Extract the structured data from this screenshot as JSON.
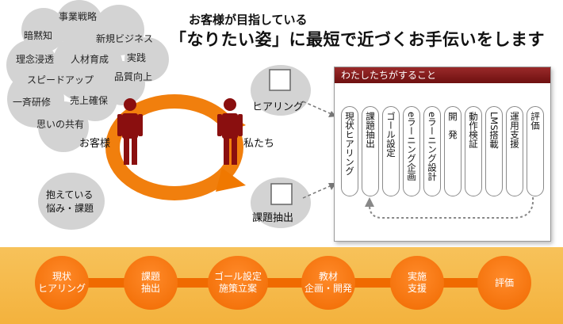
{
  "headline": {
    "sub": "お客様が目指している",
    "main": "「なりたい姿」に最短で近づくお手伝いをします"
  },
  "cloud_words": [
    "事業戦略",
    "暗黙知",
    "新規ビジネス",
    "理念浸透",
    "人材育成",
    "実践",
    "スピードアップ",
    "品質向上",
    "一斉研修",
    "売上確保",
    "思いの共有"
  ],
  "customer_label": "お客様",
  "us_label": "私たち",
  "hearing_label": "ヒアリング",
  "issue_label": "課題抽出",
  "worries": "抱えている\n悩み・課題",
  "panel": {
    "title": "わたしたちがすること",
    "steps": [
      "現状ヒアリング",
      "課題抽出",
      "ゴール設定",
      "eラーニング企画",
      "eラーニング設計",
      "開　発",
      "動作検証",
      "LMS搭載",
      "運用支援",
      "評価"
    ]
  },
  "flow": [
    "現状\nヒアリング",
    "課題\n抽出",
    "ゴール設定\n施策立案",
    "教材\n企画・開発",
    "実施\n支援",
    "評価"
  ],
  "colors": {
    "accent": "#f07800",
    "panel_header": "#7a1818",
    "figure": "#8a0f0f",
    "band": "#f5b844"
  }
}
